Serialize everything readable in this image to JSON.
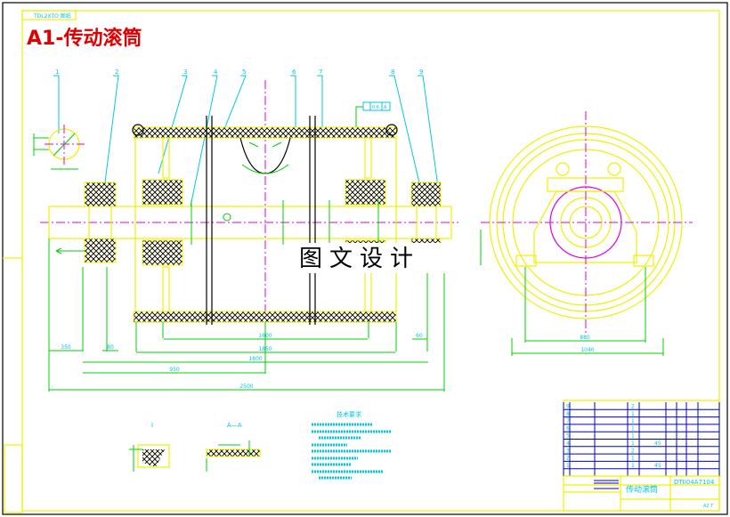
{
  "drawing": {
    "title": "A1-传动滚筒",
    "top_box_label": "TDL2XTO 图纸",
    "watermark": "图文设计",
    "balloons": [
      "1",
      "2",
      "3",
      "4",
      "5",
      "6",
      "7",
      "8",
      "9"
    ],
    "dimensions": {
      "d350": "350",
      "d80": "80",
      "d1600": "1600",
      "d1850": "1850",
      "d1800": "1800",
      "d950": "950",
      "d2500": "2500",
      "d60": "60",
      "right_width": "880",
      "right_bottom": "1040"
    },
    "tolerance_frame": [
      "0.6",
      "A"
    ],
    "section_label_detail": "I",
    "section_label_aa": "A—A",
    "tech_requirements_heading": "技术要求",
    "colors": {
      "outline": "#f0f000",
      "dimension": "#00d000",
      "text": "#00c8e0",
      "centerline": "#e000e0",
      "title": "#e00000",
      "table": "#0000c8"
    }
  },
  "title_block": {
    "drawing_name": "传动滚筒",
    "drawing_code": "DTII04A7104",
    "sheet": "A2 T",
    "parts": [
      {
        "no": "9",
        "qty": "2"
      },
      {
        "no": "8",
        "qty": "1"
      },
      {
        "no": "7",
        "qty": "1"
      },
      {
        "no": "6",
        "qty": "1"
      },
      {
        "no": "5",
        "qty": "1"
      },
      {
        "no": "4",
        "qty": "1",
        "material": "45"
      },
      {
        "no": "3",
        "qty": "2"
      },
      {
        "no": "2",
        "qty": "1"
      },
      {
        "no": "1",
        "qty": "1",
        "material": "45"
      }
    ]
  }
}
